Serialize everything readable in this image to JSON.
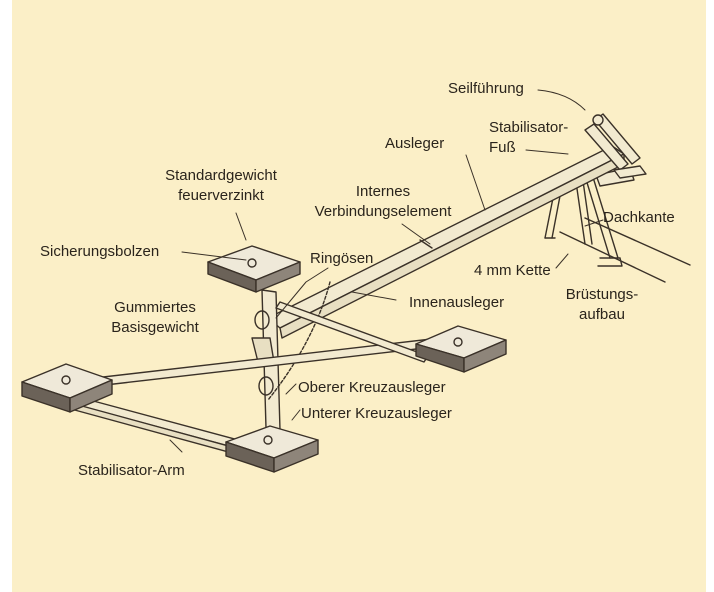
{
  "colors": {
    "background": "#fbefc7",
    "line": "#3a3128",
    "steel_fill": "#f2ead0",
    "weight_fill": "#efe9d9",
    "weight_shade": "#6b6258"
  },
  "labels": {
    "seilfuehrung": "Seilführung",
    "stabilisator_fuss_1": "Stabilisator-",
    "stabilisator_fuss_2": "Fuß",
    "ausleger": "Ausleger",
    "standardgewicht_1": "Standardgewicht",
    "standardgewicht_2": "feuerverzinkt",
    "internes_1": "Internes",
    "internes_2": "Verbindungselement",
    "dachkante": "Dachkante",
    "sicherungsbolzen": "Sicherungsbolzen",
    "ringoesen": "Ringösen",
    "kette": "4 mm Kette",
    "gummiertes_1": "Gummiertes",
    "gummiertes_2": "Basisgewicht",
    "bruestungs_1": "Brüstungs-",
    "bruestungs_2": "aufbau",
    "innenausleger": "Innenausleger",
    "oberer_kreuzausleger": "Oberer Kreuzausleger",
    "unterer_kreuzausleger": "Unterer Kreuzausleger",
    "stabilisator_arm": "Stabilisator-Arm"
  }
}
